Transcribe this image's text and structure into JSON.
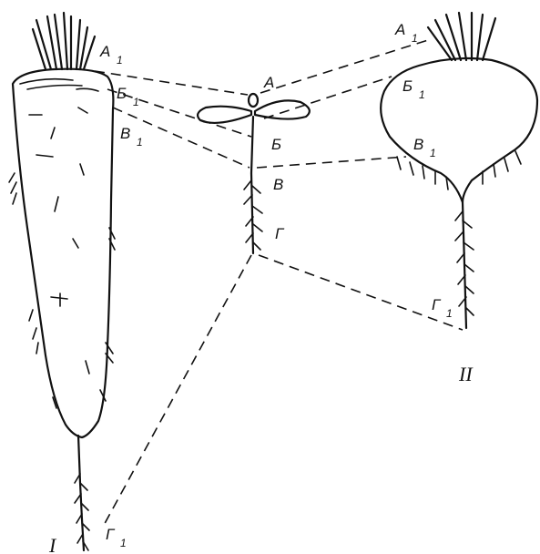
{
  "labels": {
    "A": "А",
    "B": "Б",
    "V": "В",
    "G": "Г",
    "A1": "А",
    "B1": "Б",
    "V1": "В",
    "G1": "Г",
    "sub": "1",
    "roman_I": "I",
    "roman_II": "II"
  }
}
